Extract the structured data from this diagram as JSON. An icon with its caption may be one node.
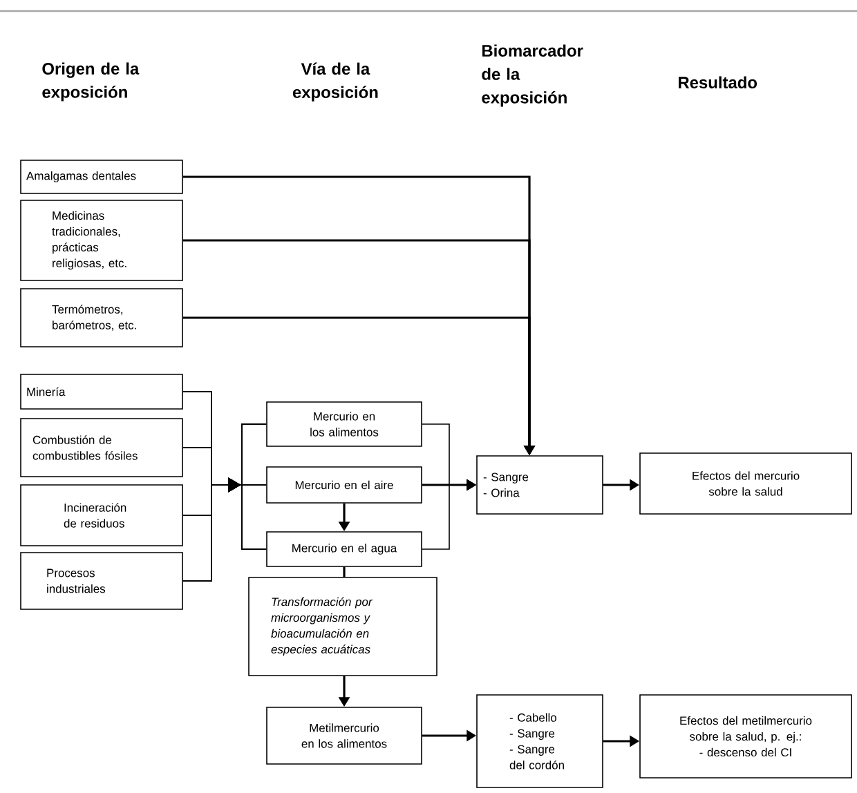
{
  "diagram": {
    "nodes": [
      {
        "text": [
          "Amalgamas dentales"
        ]
      },
      {
        "text": [
          "Medicinas tradicionales, prácticas religiosas, etc."
        ]
      },
      {
        "text": [
          "Termómetros, barómetros, etc."
        ]
      },
      {
        "text": [
          "Minería"
        ]
      },
      {
        "text": [
          "Combustión de combustibles fósiles"
        ]
      },
      {
        "text": [
          "Incineración de residuos"
        ]
      },
      {
        "text": [
          "Procesos industriales"
        ]
      },
      {
        "text": [
          "Mercurio en los alimentos"
        ]
      },
      {
        "text": [
          "Mercurio en el aire"
        ]
      },
      {
        "text": [
          "Mercurio en el agua"
        ]
      },
      {
        "text": [
          "Transformación por microorganismos y bioacumulación en especies acuáticas"
        ]
      },
      {
        "text": [
          "Metilmercurio en los alimentos"
        ]
      },
      {
        "text": [
          "- Sangre",
          "- Orina"
        ]
      },
      {
        "text": [
          "Efectos del mercurio sobre la salud"
        ]
      },
      {
        "text": [
          "- Cabello",
          "- Sangre",
          "- Sangre del cordón"
        ]
      },
      {
        "text": [
          "Efectos del metilmercurio sobre la salud, p. ej.:",
          "- descenso del CI"
        ]
      }
    ],
    "edges": [
      {
        "from": 0,
        "to": 12,
        "arrow": "to"
      },
      {
        "from": 1,
        "to": 12,
        "arrow": "to"
      },
      {
        "from": 2,
        "to": 12,
        "arrow": "to"
      },
      {
        "from": 3,
        "to": 7,
        "arrow": "to"
      },
      {
        "from": 3,
        "to": 8,
        "arrow": "to"
      },
      {
        "from": 3,
        "to": 9,
        "arrow": "to"
      },
      {
        "from": 4,
        "to": 7,
        "arrow": "to"
      },
      {
        "from": 4,
        "to": 8,
        "arrow": "to"
      },
      {
        "from": 4,
        "to": 9,
        "arrow": "to"
      },
      {
        "from": 5,
        "to": 7,
        "arrow": "to"
      },
      {
        "from": 5,
        "to": 8,
        "arrow": "to"
      },
      {
        "from": 5,
        "to": 9,
        "arrow": "to"
      },
      {
        "from": 6,
        "to": 7,
        "arrow": "to"
      },
      {
        "from": 6,
        "to": 8,
        "arrow": "to"
      },
      {
        "from": 6,
        "to": 9,
        "arrow": "to"
      },
      {
        "from": 7,
        "to": 12,
        "arrow": "to"
      },
      {
        "from": 8,
        "to": 12,
        "arrow": "to"
      },
      {
        "from": 9,
        "to": 12,
        "arrow": "to"
      },
      {
        "from": 8,
        "to": 9,
        "arrow": "to"
      },
      {
        "from": 9,
        "to": 10,
        "arrow": "none"
      },
      {
        "from": 10,
        "to": 11,
        "arrow": "to"
      },
      {
        "from": 11,
        "to": 14,
        "arrow": "to"
      },
      {
        "from": 12,
        "to": 13,
        "arrow": "to"
      },
      {
        "from": 14,
        "to": 15,
        "arrow": "to"
      }
    ],
    "labels": [
      "Origen de la exposición",
      "Vía de la exposición",
      "Biomarcador de la exposición",
      "Resultado"
    ]
  }
}
